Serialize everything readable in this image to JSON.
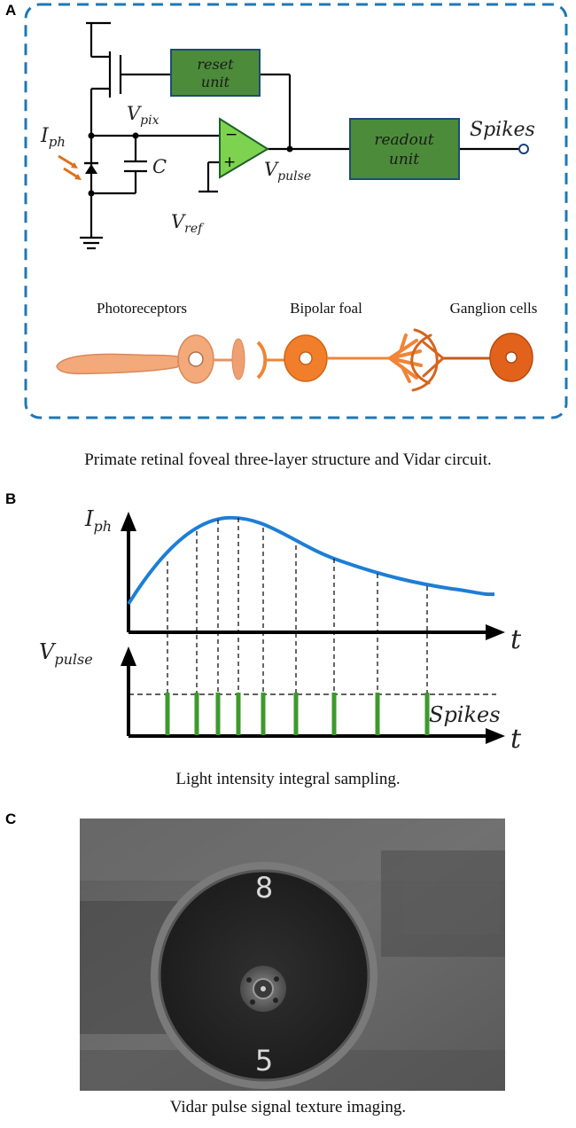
{
  "panels": {
    "a": {
      "letter": "A",
      "reset_label_line1": "reset",
      "reset_label_line2": "unit",
      "readout_label_line1": "readout",
      "readout_label_line2": "unit",
      "v_pix_main": "V",
      "v_pix_sub": "pix",
      "i_ph_main": "I",
      "i_ph_sub": "ph",
      "c_label": "C",
      "v_pulse_main": "V",
      "v_pulse_sub": "pulse",
      "v_ref_main": "V",
      "v_ref_sub": "ref",
      "spikes_label": "Spikes",
      "opamp_minus": "−",
      "opamp_plus": "+",
      "cell_labels": [
        "Photoreceptors",
        "Bipolar foal",
        "Ganglion cells"
      ],
      "caption": "Primate retinal foveal three-layer structure and Vidar circuit.",
      "colors": {
        "dashed_border": "#1f78b4",
        "unit_box": "#4c8b3a",
        "opamp": "#7dd34f",
        "photon_arrow": "#e0701d"
      }
    },
    "b": {
      "letter": "B",
      "i_ph_main": "I",
      "i_ph_sub": "ph",
      "v_pulse_main": "V",
      "v_pulse_sub": "pulse",
      "t_label_top": "t",
      "t_label_bottom": "t",
      "spikes_label": "Spikes",
      "caption": "Light intensity integral sampling.",
      "colors": {
        "curve": "#1d7ed6",
        "spike": "#3c9a2c"
      }
    },
    "c": {
      "letter": "C",
      "disc_digit_top": "8",
      "disc_digit_bottom": "5",
      "caption": "Vidar pulse signal texture imaging."
    }
  }
}
